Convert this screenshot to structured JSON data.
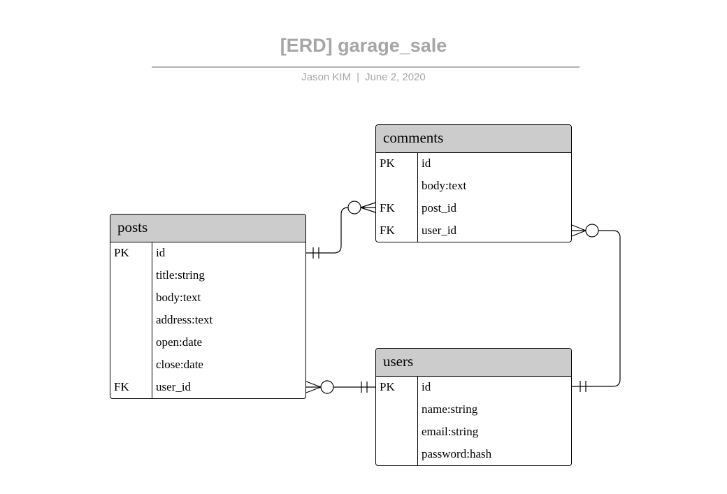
{
  "header": {
    "title": "[ERD] garage_sale",
    "author": "Jason KIM",
    "separator": "|",
    "date": "June 2, 2020"
  },
  "entities": {
    "comments": {
      "name": "comments",
      "rows": [
        {
          "key": "PK",
          "attr": "id"
        },
        {
          "key": "",
          "attr": "body:text"
        },
        {
          "key": "FK",
          "attr": "post_id"
        },
        {
          "key": "FK",
          "attr": "user_id"
        }
      ]
    },
    "posts": {
      "name": "posts",
      "rows": [
        {
          "key": "PK",
          "attr": "id"
        },
        {
          "key": "",
          "attr": "title:string"
        },
        {
          "key": "",
          "attr": "body:text"
        },
        {
          "key": "",
          "attr": "address:text"
        },
        {
          "key": "",
          "attr": "open:date"
        },
        {
          "key": "",
          "attr": "close:date"
        },
        {
          "key": "FK",
          "attr": "user_id"
        }
      ]
    },
    "users": {
      "name": "users",
      "rows": [
        {
          "key": "PK",
          "attr": "id"
        },
        {
          "key": "",
          "attr": "name:string"
        },
        {
          "key": "",
          "attr": "email:string"
        },
        {
          "key": "",
          "attr": "password:hash"
        }
      ]
    }
  },
  "relationships": [
    {
      "from": "posts.id",
      "from_cardinality": "one-and-only-one",
      "to": "comments.post_id",
      "to_cardinality": "zero-or-many"
    },
    {
      "from": "users.id",
      "from_cardinality": "one-and-only-one",
      "to": "comments.user_id",
      "to_cardinality": "zero-or-many"
    },
    {
      "from": "users.id",
      "from_cardinality": "one-and-only-one",
      "to": "posts.user_id",
      "to_cardinality": "zero-or-many"
    }
  ]
}
